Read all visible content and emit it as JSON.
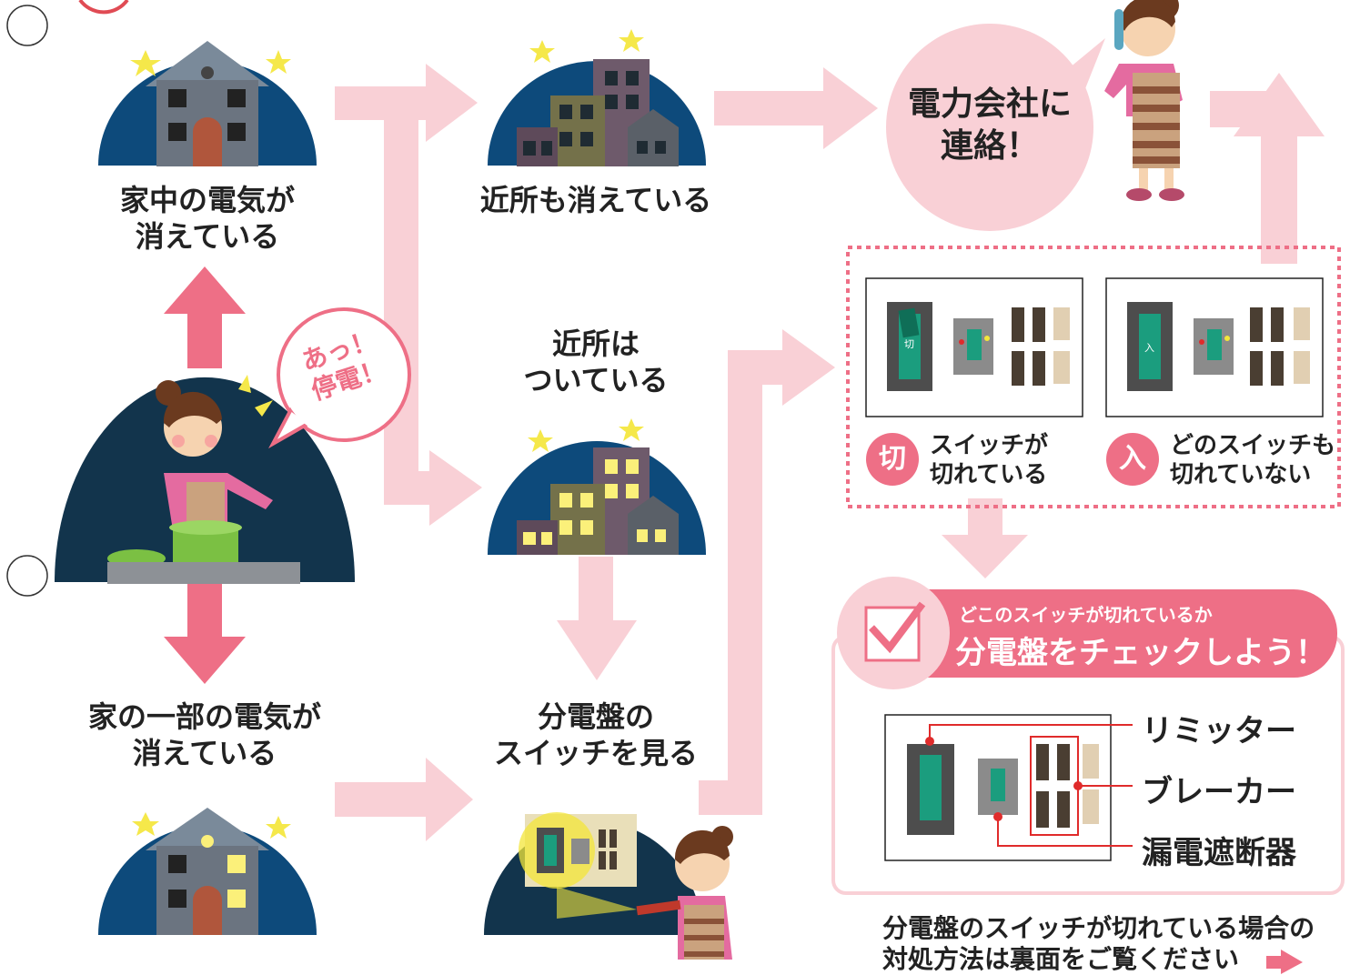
{
  "nodes": {
    "house_all_out": {
      "line1": "家中の電気が",
      "line2": "消えている"
    },
    "neighborhood_out": {
      "text": "近所も消えている"
    },
    "call_power_company": {
      "line1": "電力会社に",
      "line2": "連絡！"
    },
    "neighborhood_on": {
      "line1": "近所は",
      "line2": "ついている"
    },
    "partial_out": {
      "line1": "家の一部の電気が",
      "line2": "消えている"
    },
    "check_panel": {
      "line1": "分電盤の",
      "line2": "スイッチを見る"
    },
    "speech_bubble": {
      "line1": "あっ！",
      "line2": "停電！"
    }
  },
  "panel_states": {
    "off": {
      "badge": "切",
      "line1": "スイッチが",
      "line2": "切れている"
    },
    "on": {
      "badge": "入",
      "line1": "どのスイッチも",
      "line2": "切れていない"
    },
    "switch_off_mark": "切",
    "switch_on_mark": "入"
  },
  "check_box": {
    "subtitle": "どこのスイッチが切れているか",
    "title": "分電盤をチェックしよう！",
    "parts": [
      "リミッター",
      "ブレーカー",
      "漏電遮断器"
    ]
  },
  "footer_note": {
    "line1": "分電盤のスイッチが切れている場合の",
    "line2": "対処方法は裏面をご覧ください"
  },
  "colors": {
    "arrow_light": "#f9d0d6",
    "arrow_dark": "#ee6f86",
    "night": "#0d4a7b",
    "night_dark": "#12344c",
    "accent_pink": "#ee6f86"
  }
}
